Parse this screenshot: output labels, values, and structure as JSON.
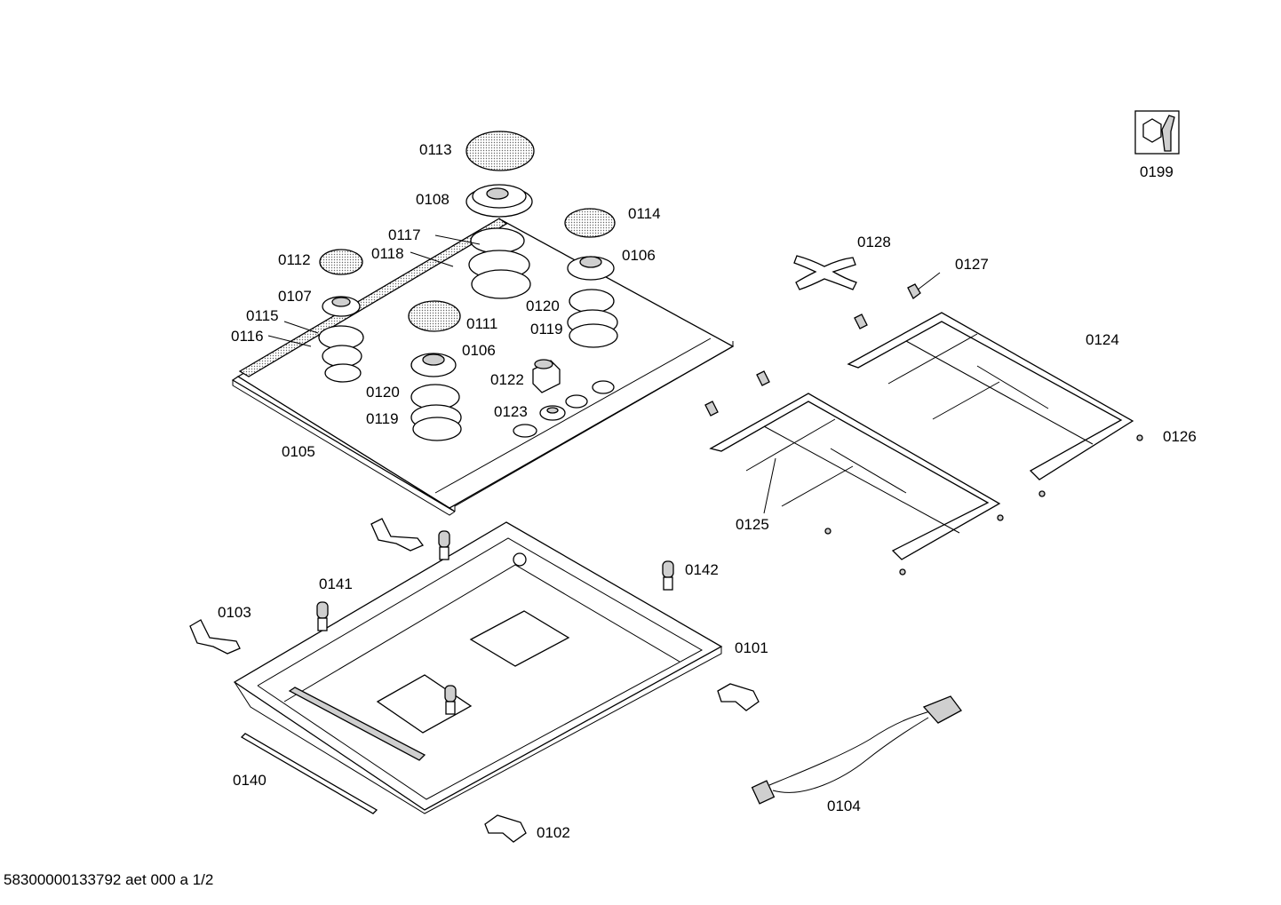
{
  "diagram": {
    "labels": {
      "p0113": "0113",
      "p0108": "0108",
      "p0114": "0114",
      "p0117": "0117",
      "p0118": "0118",
      "p0112": "0112",
      "p0106a": "0106",
      "p0107": "0107",
      "p0115": "0115",
      "p0116": "0116",
      "p0111": "0111",
      "p0120a": "0120",
      "p0119a": "0119",
      "p0106b": "0106",
      "p0122": "0122",
      "p0120b": "0120",
      "p0119b": "0119",
      "p0123": "0123",
      "p0105": "0105",
      "p0128": "0128",
      "p0127": "0127",
      "p0124": "0124",
      "p0126": "0126",
      "p0125": "0125",
      "p0199": "0199",
      "p0142": "0142",
      "p0141": "0141",
      "p0103": "0103",
      "p0101": "0101",
      "p0140": "0140",
      "p0104": "0104",
      "p0102": "0102"
    },
    "footer": "58300000133792 aet 000 a 1/2"
  }
}
